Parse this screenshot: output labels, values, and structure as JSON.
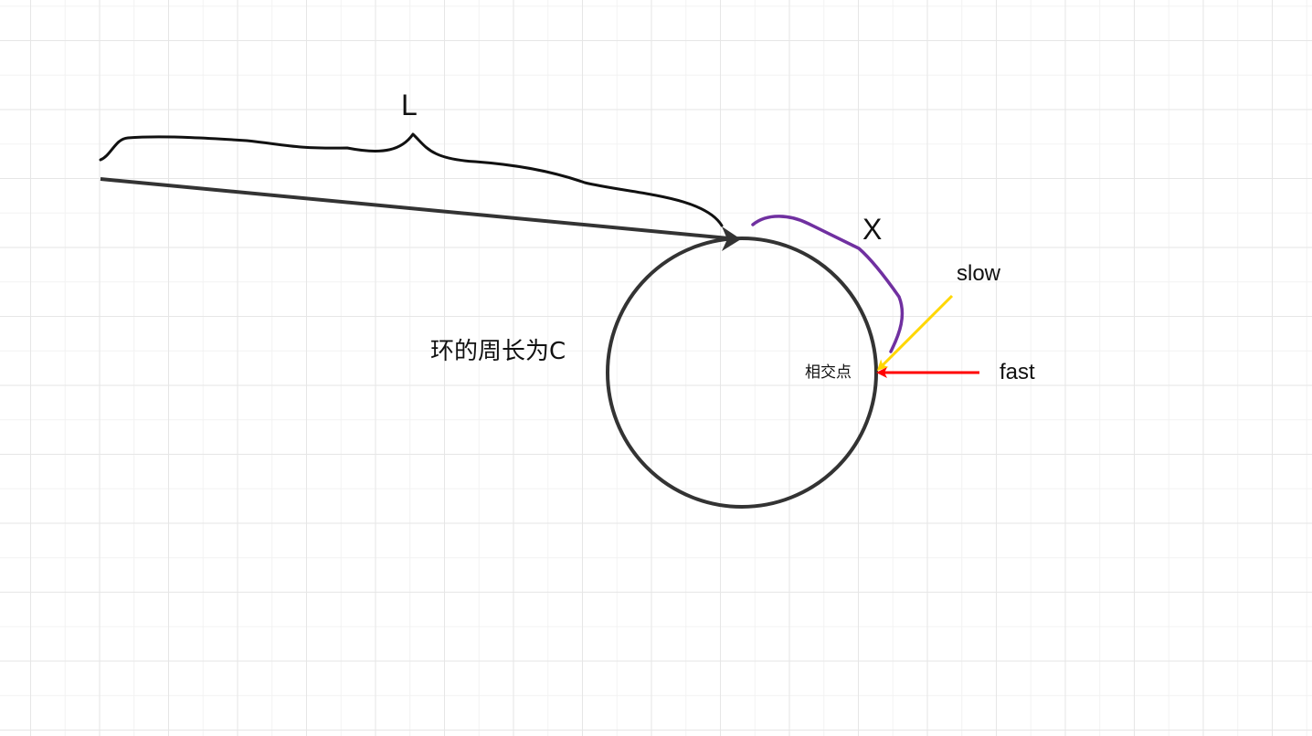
{
  "labels": {
    "tail_length": "L",
    "meet_offset": "X",
    "slow_pointer": "slow",
    "fast_pointer": "fast",
    "cycle_circumference": "环的周长为C",
    "meeting_point": "相交点"
  },
  "colors": {
    "shape_stroke": "#333333",
    "brace_stroke": "#111111",
    "offset_arc": "#7030a0",
    "slow_arrow": "#ffd700",
    "fast_arrow": "#ff0000",
    "grid_line": "#e6e6e6",
    "background": "#ffffff"
  }
}
